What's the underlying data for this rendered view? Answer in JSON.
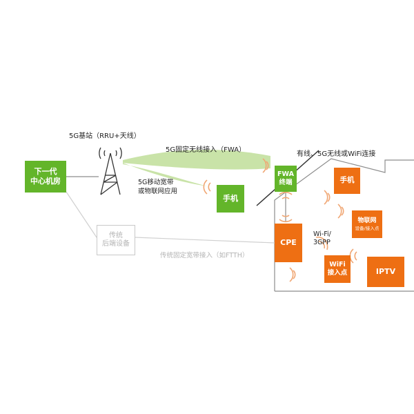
{
  "diagram": {
    "labels": {
      "base_station": "5G基站（RRU+天线）",
      "fwa_link": "5G固定无线接入（FWA）",
      "mobile_broadband_line1": "5G移动宽带",
      "mobile_broadband_line2": "或物联网应用",
      "wired_wireless": "有线、5G无线或WiFi连接",
      "wifi_3gpp_line1": "Wi-Fi/",
      "wifi_3gpp_line2": "3GPP",
      "legacy_fixed": "传统固定宽带接入（如FTTH）"
    },
    "nodes": {
      "core_line1": "下一代",
      "core_line2": "中心机房",
      "legacy_line1": "传统",
      "legacy_line2": "后端设备",
      "phone_outdoor": "手机",
      "fwa_line1": "FWA",
      "fwa_line2": "终端",
      "phone_indoor": "手机",
      "cpe": "CPE",
      "iot_line1": "物联网",
      "iot_line2": "设备/接入点",
      "wifi_line1": "WiFi",
      "wifi_line2": "接入点",
      "iptv": "IPTV"
    },
    "colors": {
      "green": "#63b52a",
      "orange": "#ee6f13",
      "beam": "#c9e3a8",
      "line": "#8c8c8c",
      "wave": "#f0a673"
    }
  }
}
